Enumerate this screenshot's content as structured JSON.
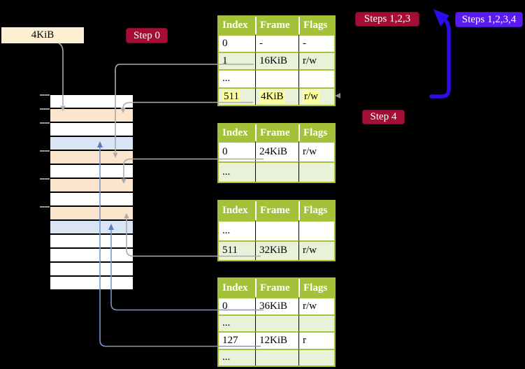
{
  "colors": {
    "background": "#000000",
    "table_header_green": "#A3C139",
    "table_row_alt_green": "#EAF1D9",
    "highlight_yellow": "#FFFF9E",
    "crimson_label": "#A50D34",
    "blue_label": "#5A1BF0",
    "frame_box_cream": "#FCEFD2",
    "page_table_frame_peach": "#FCE5CD",
    "mapped_page_frame_blue": "#D9E4F4",
    "gray_arrow": "#ABABAB",
    "blue_connector": "#7B97C9",
    "thick_arrow_blue": "#2A0DE8"
  },
  "labels": {
    "l4_frame_address": "4KiB",
    "step0": "Step 0",
    "steps123": "Steps 1,2,3",
    "steps1234": "Steps 1,2,3,4",
    "step4": "Step 4"
  },
  "page_tables": [
    {
      "id": "table-1",
      "headers": [
        "Index",
        "Frame",
        "Flags"
      ],
      "rows": [
        {
          "index": "0",
          "frame": "-",
          "flags": "-"
        },
        {
          "index": "1",
          "frame": "16KiB",
          "flags": "r/w"
        },
        {
          "index": "...",
          "frame": "",
          "flags": ""
        },
        {
          "index": "511",
          "frame": "4KiB",
          "flags": "r/w",
          "highlighted": true
        }
      ]
    },
    {
      "id": "table-2",
      "headers": [
        "Index",
        "Frame",
        "Flags"
      ],
      "rows": [
        {
          "index": "0",
          "frame": "24KiB",
          "flags": "r/w"
        },
        {
          "index": "...",
          "frame": "",
          "flags": ""
        }
      ]
    },
    {
      "id": "table-3",
      "headers": [
        "Index",
        "Frame",
        "Flags"
      ],
      "rows": [
        {
          "index": "...",
          "frame": "",
          "flags": ""
        },
        {
          "index": "511",
          "frame": "32KiB",
          "flags": "r/w"
        }
      ]
    },
    {
      "id": "table-4",
      "headers": [
        "Index",
        "Frame",
        "Flags"
      ],
      "rows": [
        {
          "index": "0",
          "frame": "36KiB",
          "flags": "r/w"
        },
        {
          "index": "...",
          "frame": "",
          "flags": ""
        },
        {
          "index": "127",
          "frame": "12KiB",
          "flags": "r"
        },
        {
          "index": "...",
          "frame": "",
          "flags": ""
        }
      ]
    }
  ],
  "physical_memory": {
    "frame_count": 14,
    "frame_types": [
      "free",
      "page-table",
      "free",
      "mapped-page",
      "page-table",
      "free",
      "page-table",
      "free",
      "page-table",
      "mapped-page",
      "free",
      "free",
      "free",
      "free"
    ]
  }
}
